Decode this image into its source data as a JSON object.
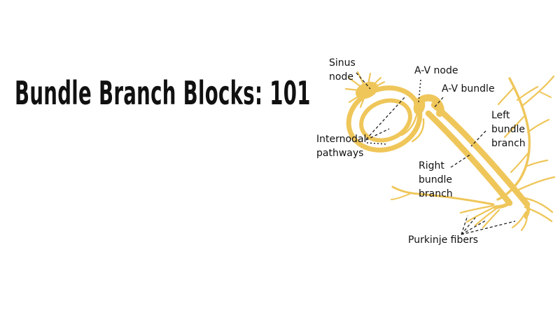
{
  "title": "Bundle Branch Blocks: 101",
  "colors": {
    "background": "#ffffff",
    "diagram_yellow": "#EFC65A",
    "text": "#111111",
    "leader_line": "#222222"
  },
  "diagram": {
    "labels": {
      "sinus_node": "Sinus\nnode",
      "av_node": "A-V node",
      "av_bundle": "A-V bundle",
      "left_bundle_branch": "Left\nbundle\nbranch",
      "internodal_pathways": "Internodal\npathways",
      "right_bundle_branch": "Right\nbundle\nbranch",
      "purkinje_fibers": "Purkinje fibers"
    }
  }
}
